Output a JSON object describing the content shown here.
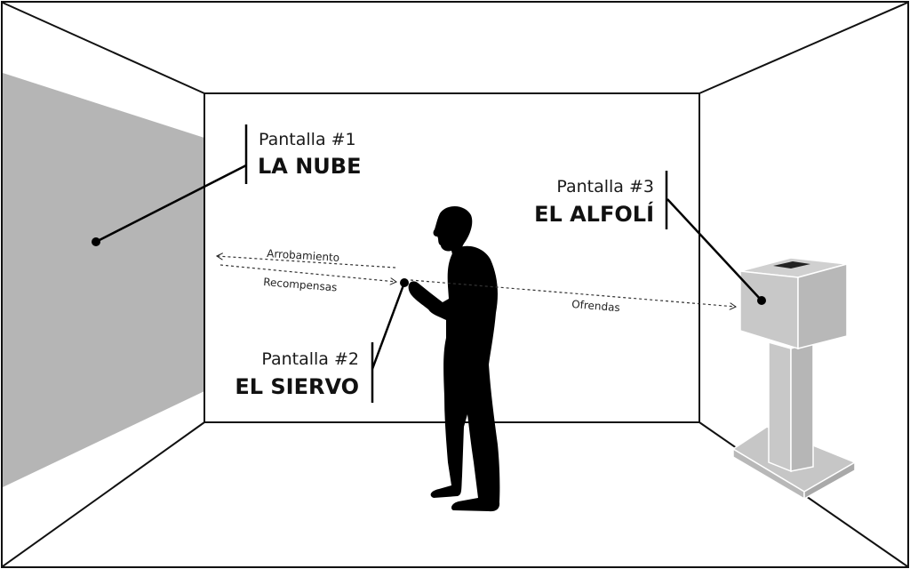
{
  "screens": [
    {
      "number_label": "Pantalla #1",
      "name": "LA NUBE"
    },
    {
      "number_label": "Pantalla #2",
      "name": "EL SIERVO"
    },
    {
      "number_label": "Pantalla #3",
      "name": "EL ALFOLÍ"
    }
  ],
  "flows": {
    "arrobamiento": "Arrobamiento",
    "recompensas": "Recompensas",
    "ofrendas": "Ofrendas"
  },
  "colors": {
    "ink": "#000000",
    "wall_screen": "#b5b5b5",
    "pedestal": "#c4c4c4",
    "background": "#ffffff"
  }
}
